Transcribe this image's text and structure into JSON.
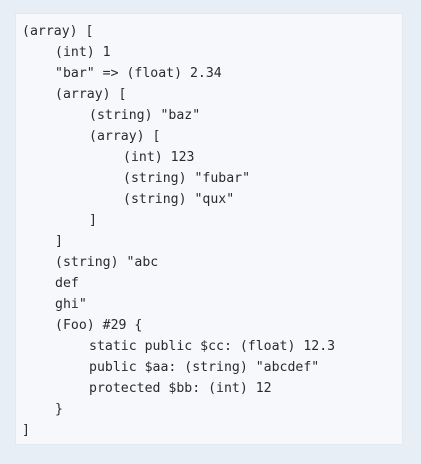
{
  "dump": {
    "lines": [
      "(array) [",
      "(int) 1",
      "\"bar\" => (float) 2.34",
      "(array) [",
      "(string) \"baz\"",
      "(array) [",
      "(int) 123",
      "(string) \"fubar\"",
      "(string) \"qux\"",
      "]",
      "]",
      "(string) \"abc",
      "def",
      "ghi\"",
      "(Foo) #29 {",
      "static public $cc: (float) 12.3",
      "public $aa: (string) \"abcdef\"",
      "protected $bb: (int) 12",
      "}",
      "]"
    ]
  }
}
